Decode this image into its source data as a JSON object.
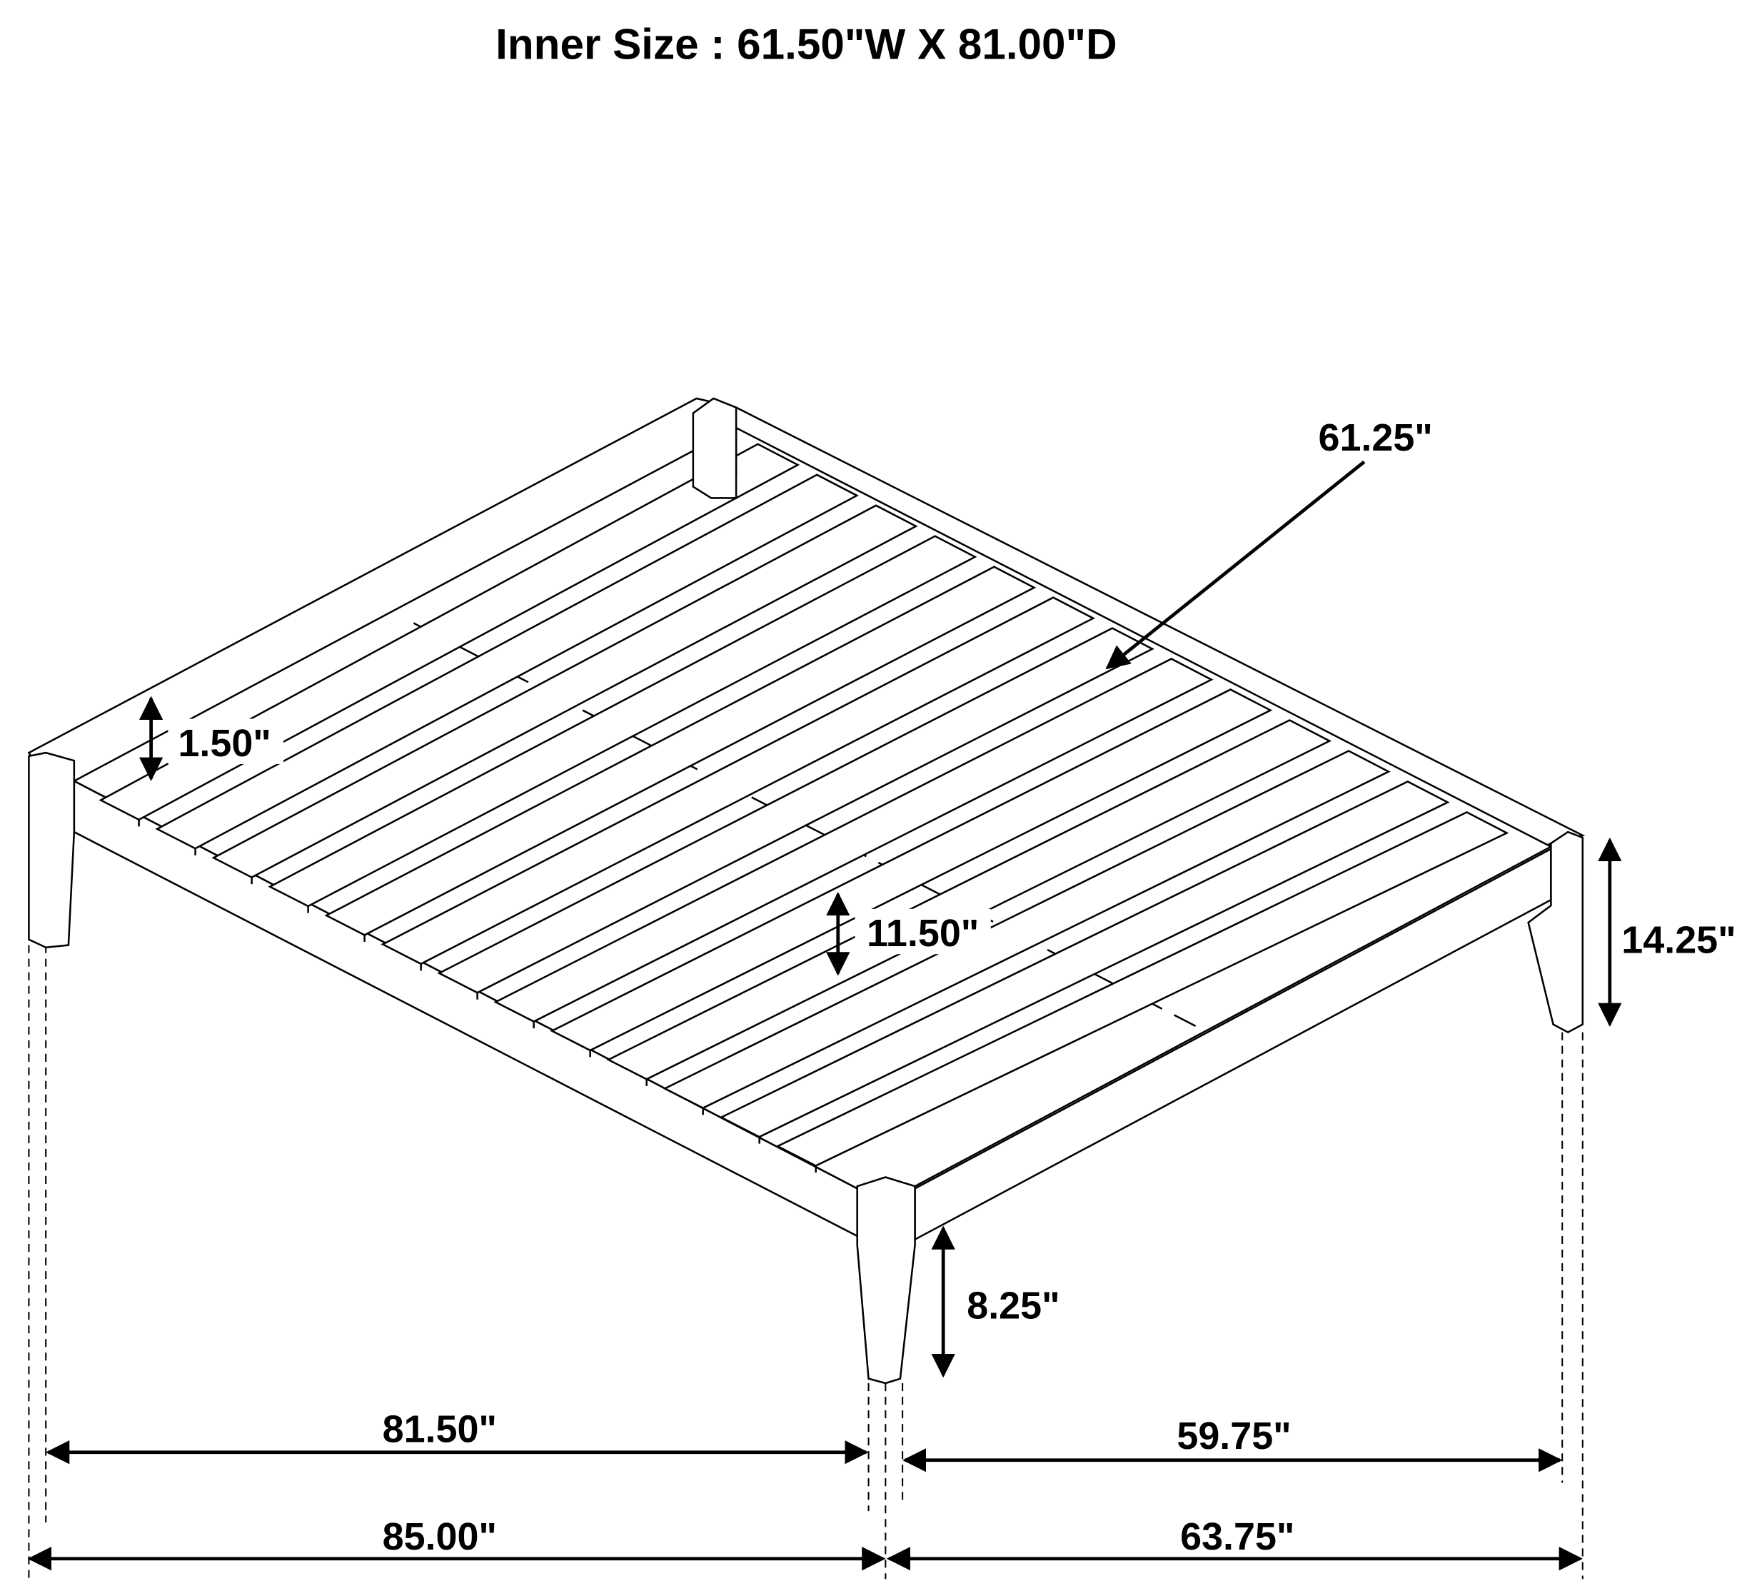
{
  "title": "Inner Size : 61.50\"W X 81.00\"D",
  "dimensions": {
    "slat_length": "61.25\"",
    "rail_height": "1.50\"",
    "frame_clearance": "11.50\"",
    "total_height": "14.25\"",
    "leg_height": "8.25\"",
    "inner_length": "81.50\"",
    "inner_width": "59.75\"",
    "overall_length": "85.00\"",
    "overall_width": "63.75\""
  },
  "slat_count": 13,
  "colors": {
    "line": "#000000",
    "background": "#ffffff"
  }
}
